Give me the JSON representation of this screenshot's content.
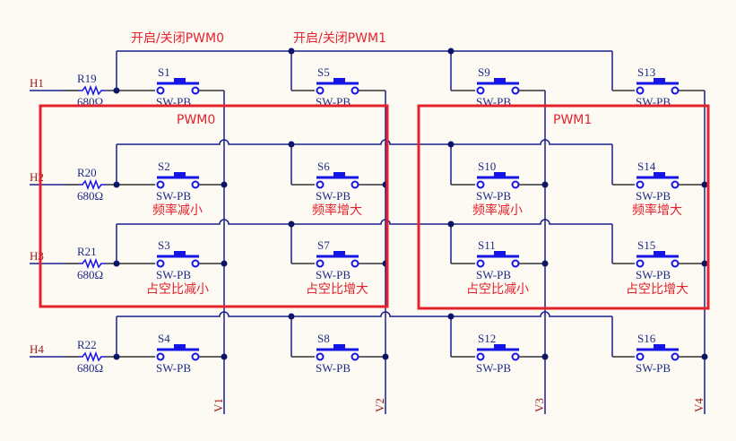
{
  "schematic": {
    "title_annotations": [
      "开启/关闭PWM0",
      "开启/关闭PWM1"
    ],
    "groups": [
      {
        "label": "PWM0",
        "color": "#e3222c"
      },
      {
        "label": "PWM1",
        "color": "#e3222c"
      }
    ],
    "rows": [
      {
        "net": "H1",
        "resistor": "R19",
        "value": "680Ω"
      },
      {
        "net": "H2",
        "resistor": "R20",
        "value": "680Ω"
      },
      {
        "net": "H3",
        "resistor": "R21",
        "value": "680Ω"
      },
      {
        "net": "H4",
        "resistor": "R22",
        "value": "680Ω"
      }
    ],
    "columns": [
      "V1",
      "V2",
      "V3",
      "V4"
    ],
    "switch_type": "SW-PB",
    "switches": [
      [
        "S1",
        "S5",
        "S9",
        "S13"
      ],
      [
        "S2",
        "S6",
        "S10",
        "S14"
      ],
      [
        "S3",
        "S7",
        "S11",
        "S15"
      ],
      [
        "S4",
        "S8",
        "S12",
        "S16"
      ]
    ],
    "functions": [
      [
        "",
        "",
        "",
        ""
      ],
      [
        "频率减小",
        "频率增大",
        "频率减小",
        "频率增大"
      ],
      [
        "占空比减小",
        "占空比增大",
        "占空比减小",
        "占空比增大"
      ],
      [
        "",
        "",
        "",
        ""
      ]
    ],
    "colors": {
      "wire": "#1a1f8c",
      "switch": "#1414e6",
      "annotation": "#e3222c",
      "net_label": "#9a1a1a",
      "background": "#fdfaf4"
    }
  }
}
